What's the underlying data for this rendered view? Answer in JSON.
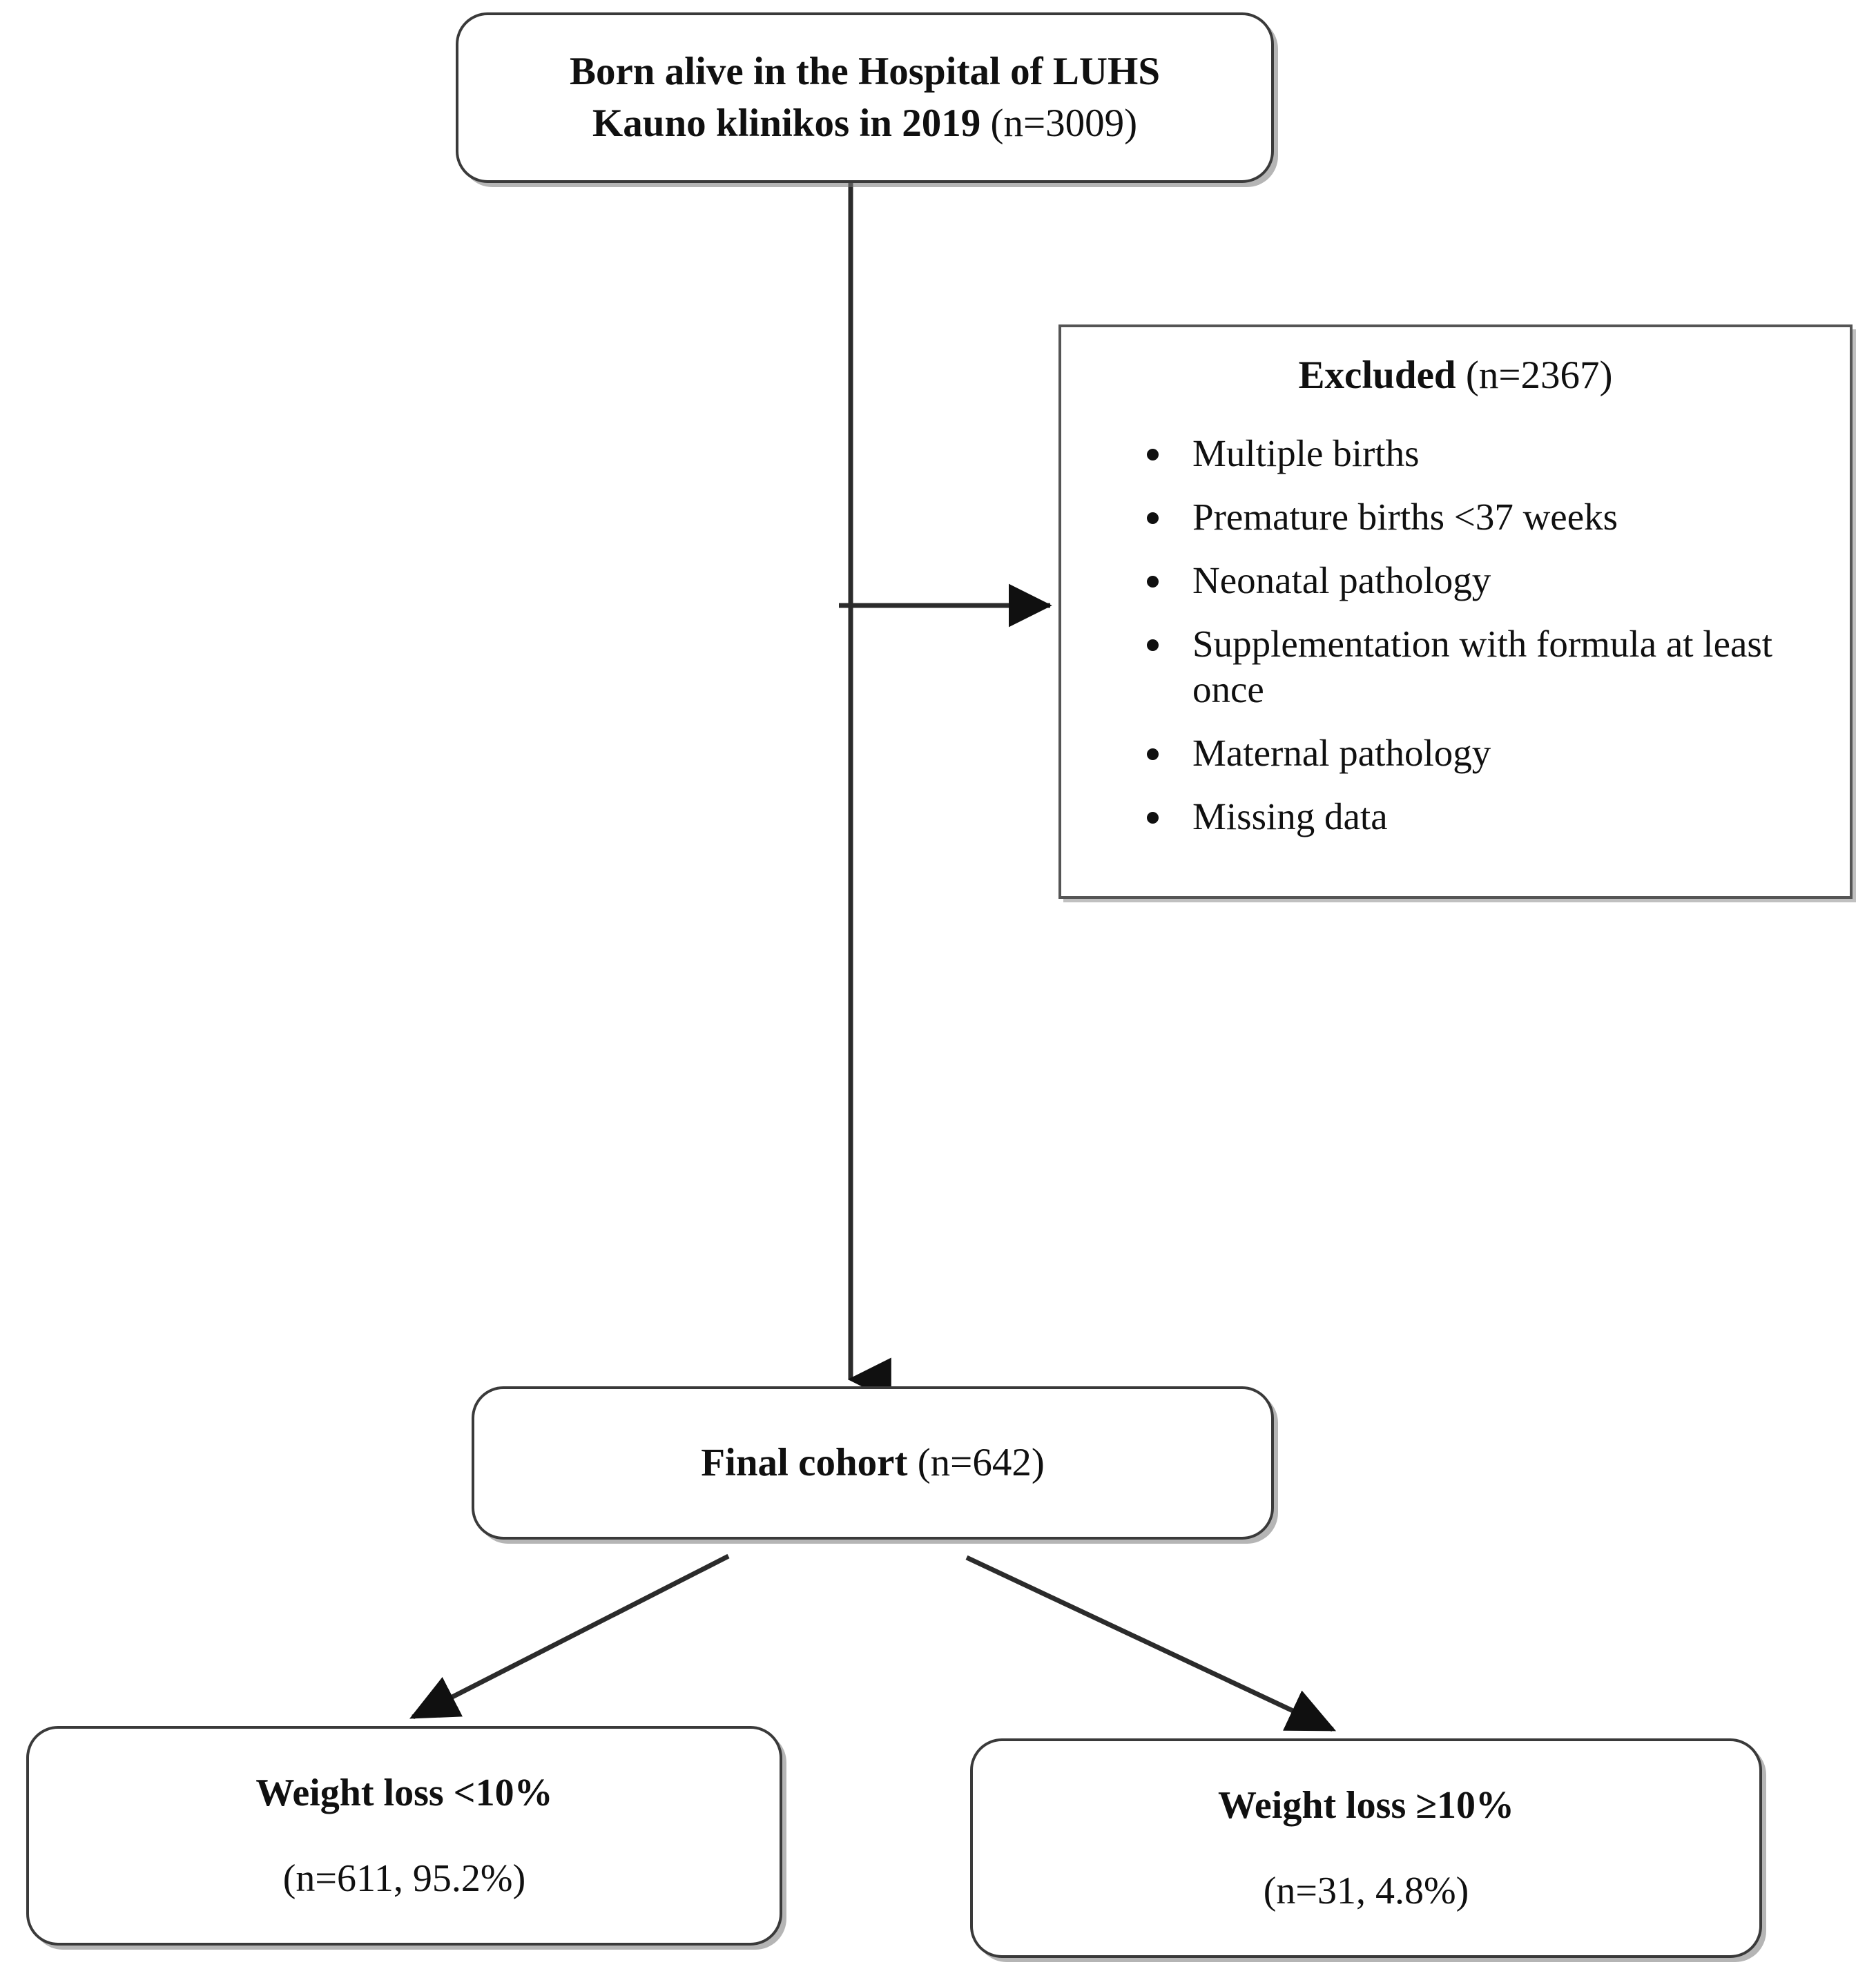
{
  "diagram": {
    "type": "flowchart",
    "title": "Study participant flow diagram",
    "nodes": {
      "born": {
        "line1": "Born alive in the Hospital of LUHS",
        "line2_bold": "Kauno klinikos in 2019",
        "line2_plain": " (n=3009)"
      },
      "excluded": {
        "title_bold": "Excluded",
        "title_plain": " (n=2367)",
        "count": 2367,
        "items": [
          "Multiple births",
          "Premature births <37 weeks",
          "Neonatal pathology",
          "Supplementation with formula at least once",
          "Maternal pathology",
          "Missing data"
        ]
      },
      "final": {
        "label_bold": "Final cohort",
        "label_plain": " (n=642)",
        "count": 642
      },
      "weight_loss_low": {
        "label": "Weight loss <10%",
        "stats": "(n=611, 95.2%)",
        "count": 611,
        "percent": 95.2
      },
      "weight_loss_high": {
        "label": "Weight loss ≥10%",
        "stats": "(n=31, 4.8%)",
        "count": 31,
        "percent": 4.8
      }
    },
    "edges": [
      {
        "name": "born-to-final",
        "from": "born",
        "to": "final",
        "style": "vertical-arrow"
      },
      {
        "name": "born-to-excluded",
        "from": "born",
        "to": "excluded",
        "style": "horizontal-arrow"
      },
      {
        "name": "final-to-weight-loss-low",
        "from": "final",
        "to": "weight_loss_low",
        "style": "diagonal-arrow"
      },
      {
        "name": "final-to-weight-loss-high",
        "from": "final",
        "to": "weight_loss_high",
        "style": "diagonal-arrow"
      }
    ],
    "colors": {
      "background": "#ffffff",
      "box_border": "#3a3a3a",
      "excluded_border": "#555555",
      "text": "#101010",
      "connector": "#2b2b2b",
      "shadow": "#787878"
    }
  }
}
